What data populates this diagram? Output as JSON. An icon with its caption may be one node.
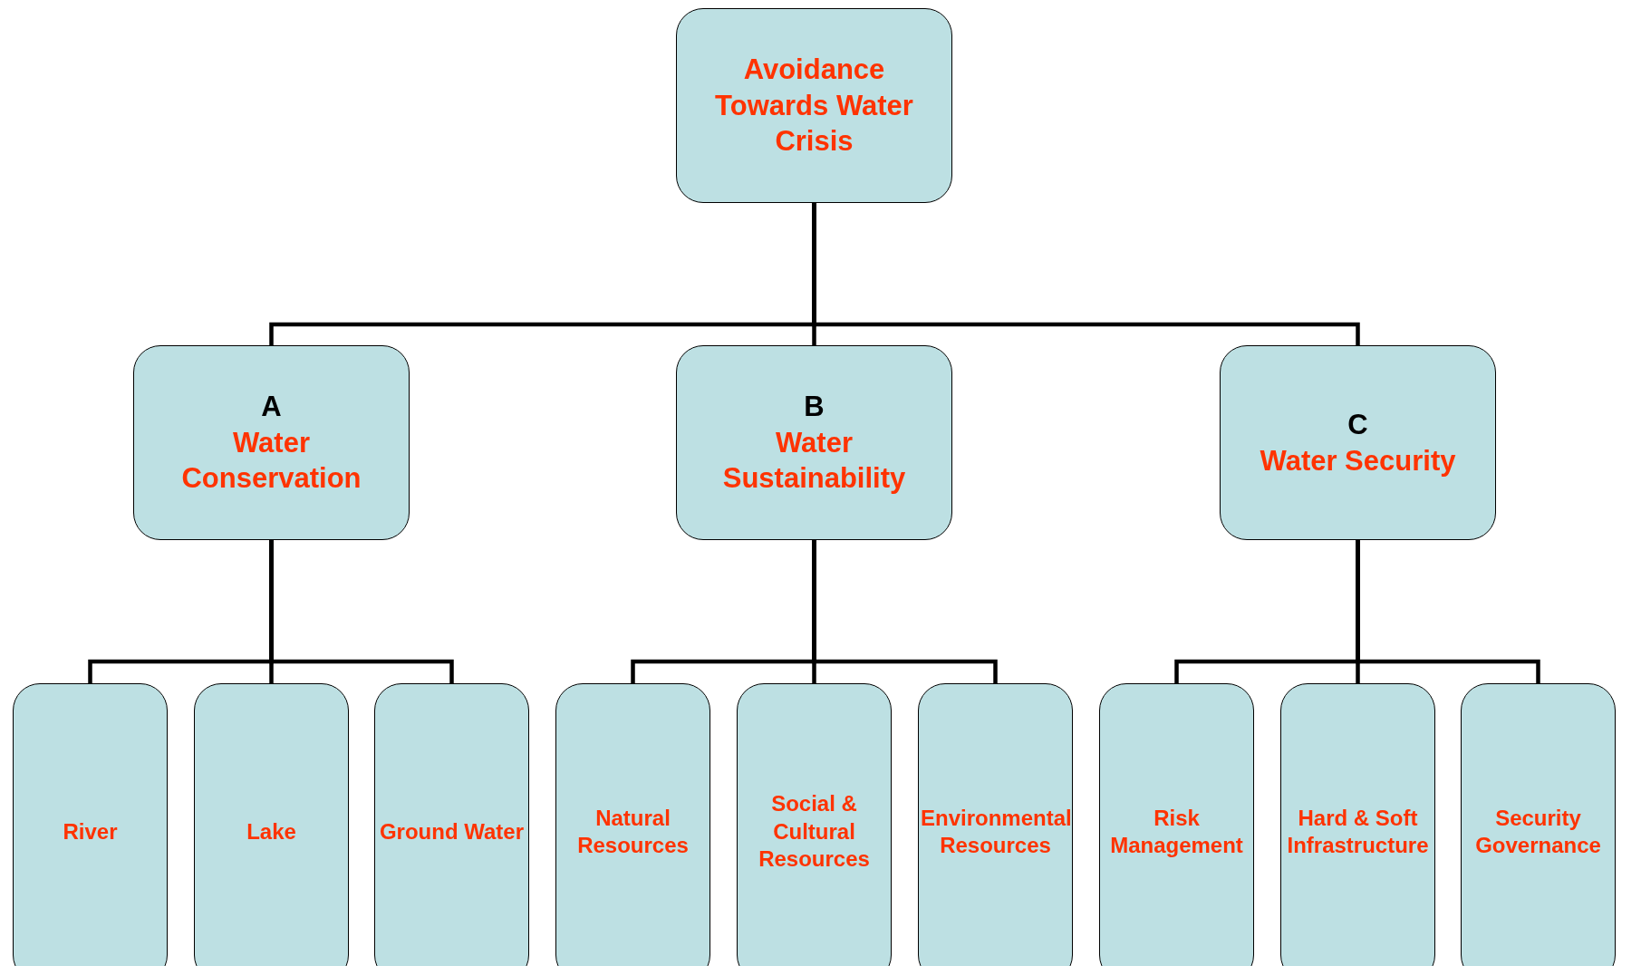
{
  "diagram": {
    "nodes": [
      {
        "text": [
          "Avoidance Towards Water Crisis"
        ]
      },
      {
        "text": [
          "A",
          "Water Conservation"
        ]
      },
      {
        "text": [
          "B",
          "Water Sustainability"
        ]
      },
      {
        "text": [
          "C",
          "Water Security"
        ]
      },
      {
        "text": [
          "River"
        ]
      },
      {
        "text": [
          "Lake"
        ]
      },
      {
        "text": [
          "Ground Water"
        ]
      },
      {
        "text": [
          "Natural Resources"
        ]
      },
      {
        "text": [
          "Social & Cultural Resources"
        ]
      },
      {
        "text": [
          "Environmental Resources"
        ]
      },
      {
        "text": [
          "Risk Management"
        ]
      },
      {
        "text": [
          "Hard & Soft Infrastructure"
        ]
      },
      {
        "text": [
          "Security Governance"
        ]
      }
    ],
    "edges": [
      {
        "from": 0,
        "to": 1,
        "arrow": "none"
      },
      {
        "from": 0,
        "to": 2,
        "arrow": "none"
      },
      {
        "from": 0,
        "to": 3,
        "arrow": "none"
      },
      {
        "from": 1,
        "to": 4,
        "arrow": "none"
      },
      {
        "from": 1,
        "to": 5,
        "arrow": "none"
      },
      {
        "from": 1,
        "to": 6,
        "arrow": "none"
      },
      {
        "from": 2,
        "to": 7,
        "arrow": "none"
      },
      {
        "from": 2,
        "to": 8,
        "arrow": "none"
      },
      {
        "from": 2,
        "to": 9,
        "arrow": "none"
      },
      {
        "from": 3,
        "to": 10,
        "arrow": "none"
      },
      {
        "from": 3,
        "to": 11,
        "arrow": "none"
      },
      {
        "from": 3,
        "to": 12,
        "arrow": "none"
      }
    ]
  }
}
